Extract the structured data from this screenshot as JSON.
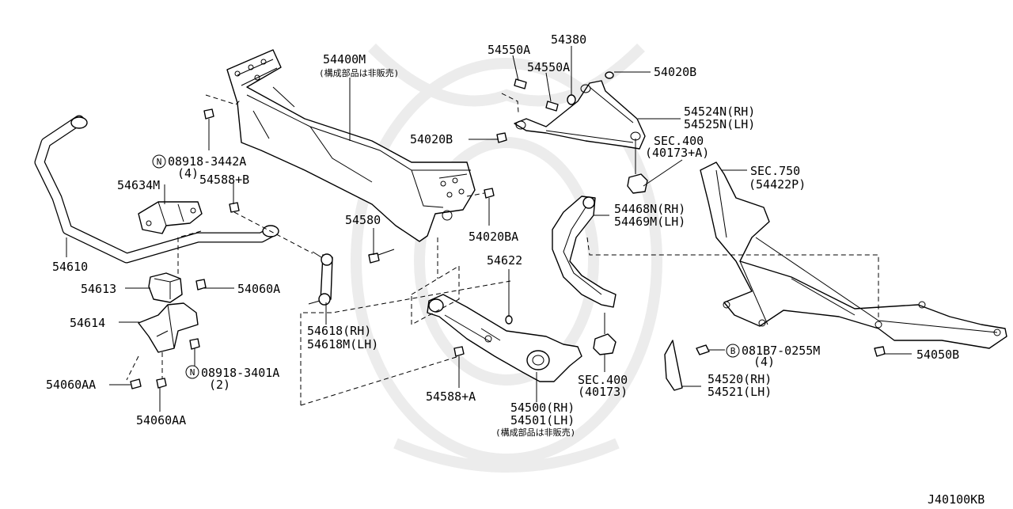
{
  "diagram_code": "J40100KB",
  "labels": {
    "p54400m": "54400M",
    "p54400m_note": "(構成部品は非販売)",
    "p54550a_1": "54550A",
    "p54550a_2": "54550A",
    "p54380": "54380",
    "p54020b_top": "54020B",
    "p54524n": "54524N(RH)",
    "p54525n": "54525N(LH)",
    "p54020b_mid": "54020B",
    "sec400a": "SEC.400",
    "sec400a_sub": "(40173+A)",
    "sec750": "SEC.750",
    "sec750_sub": "(54422P)",
    "p08918_3442a": "08918-3442A",
    "p08918_3442a_qty": "(4)",
    "p54588b": "54588+B",
    "p54634m": "54634M",
    "p54610": "54610",
    "p54580": "54580",
    "p54020ba": "54020BA",
    "p54468n": "54468N(RH)",
    "p54469m": "54469M(LH)",
    "p54622": "54622",
    "p54613": "54613",
    "p54060a": "54060A",
    "p54614": "54614",
    "p54618": "54618(RH)",
    "p54618m": "54618M(LH)",
    "p08918_3401a": "08918-3401A",
    "p08918_3401a_qty": "(2)",
    "p54060aa_1": "54060AA",
    "p54060aa_2": "54060AA",
    "p081b7": "081B7-0255M",
    "p081b7_qty": "(4)",
    "p54050b": "54050B",
    "p54588a": "54588+A",
    "p54500": "54500(RH)",
    "p54501": "54501(LH)",
    "p54500_note": "(構成部品は非販売)",
    "sec400": "SEC.400",
    "sec400_sub": "(40173)",
    "p54520": "54520(RH)",
    "p54521": "54521(LH)",
    "circle_n": "N",
    "circle_b": "B"
  }
}
